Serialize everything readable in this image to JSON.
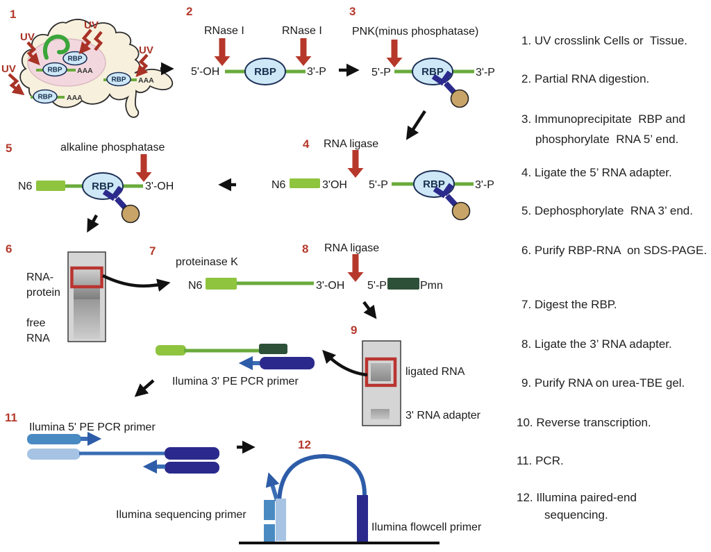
{
  "title": "CLIP-seq library preparation protocol diagram",
  "colors": {
    "step_number_red": "#b5392c",
    "uv_red": "#a93226",
    "arrow_red": "#b6382b",
    "gel_highlight_red": "#b93430",
    "rna_green": "#6aab3c",
    "hairpin_green": "#3aa53a",
    "adapter5_light_green": "#8fc43f",
    "adapter3_dark_green": "#2d5038",
    "antibody_navy": "#2b2a8c",
    "primer_medium_blue": "#4a8ac2",
    "primer_light_blue": "#a6c3e3",
    "primer_line_blue": "#3a6db5",
    "rbp_fill": "#cfe8f7",
    "bead_tan": "#c9a468",
    "cell_fill": "#f7f0dd",
    "nucleus_fill": "#f2d8de",
    "gel_gray": "#d5d5d5"
  },
  "flow": {
    "nums": {
      "s1": "1",
      "s2": "2",
      "s3": "3",
      "s4": "4",
      "s5": "5",
      "s6": "6",
      "s7": "7",
      "s8": "8",
      "s9": "9",
      "s11": "11",
      "s12": "12"
    },
    "uv": "UV",
    "rbp": "RBP",
    "aaa": "AAA",
    "labels": {
      "rnase": "RNase I",
      "pnk": "PNK(minus phosphatase)",
      "rna_ligase": "RNA ligase",
      "alkaline": "alkaline phosphatase",
      "proteinase": "proteinase K",
      "rna_protein_1": "RNA-",
      "rna_protein_2": "protein",
      "free_rna_1": "free",
      "free_rna_2": "RNA",
      "ligated_rna": "ligated RNA",
      "adapter3": "3' RNA adapter",
      "pcr3": "Ilumina 3' PE PCR primer",
      "pcr5": "Ilumina 5' PE PCR primer",
      "seq_primer": "Ilumina sequencing primer",
      "flowcell_primer": "Ilumina flowcell primer"
    },
    "ends": {
      "oh5": "5'-OH",
      "p3": "3'-P",
      "p5": "5'-P",
      "n6": "N6",
      "oh3_nodash": "3'OH",
      "oh3": "3'-OH",
      "pmn": "Pmn"
    }
  },
  "legend": {
    "items": [
      {
        "l1": "1. UV crosslink Cells or  Tissue.",
        "l2": ""
      },
      {
        "l1": "2. Partial RNA digestion.",
        "l2": ""
      },
      {
        "l1": "3. Immunoprecipitate  RBP and",
        "l2": "phosphorylate  RNA 5’ end."
      },
      {
        "l1": "4. Ligate the 5’ RNA adapter.",
        "l2": ""
      },
      {
        "l1": "5. Dephosphorylate  RNA 3’ end.",
        "l2": ""
      },
      {
        "l1": "6. Purify RBP-RNA  on SDS-PAGE.",
        "l2": ""
      },
      {
        "l1": "7. Digest the RBP.",
        "l2": ""
      },
      {
        "l1": "8. Ligate the 3’ RNA adapter.",
        "l2": ""
      },
      {
        "l1": "9. Purify RNA on urea-TBE gel.",
        "l2": ""
      },
      {
        "l1": "10. Reverse transcription.",
        "l2": ""
      },
      {
        "l1": "11. PCR.",
        "l2": ""
      },
      {
        "l1": "12. Illumina paired-end",
        "l2": "sequencing."
      }
    ]
  }
}
